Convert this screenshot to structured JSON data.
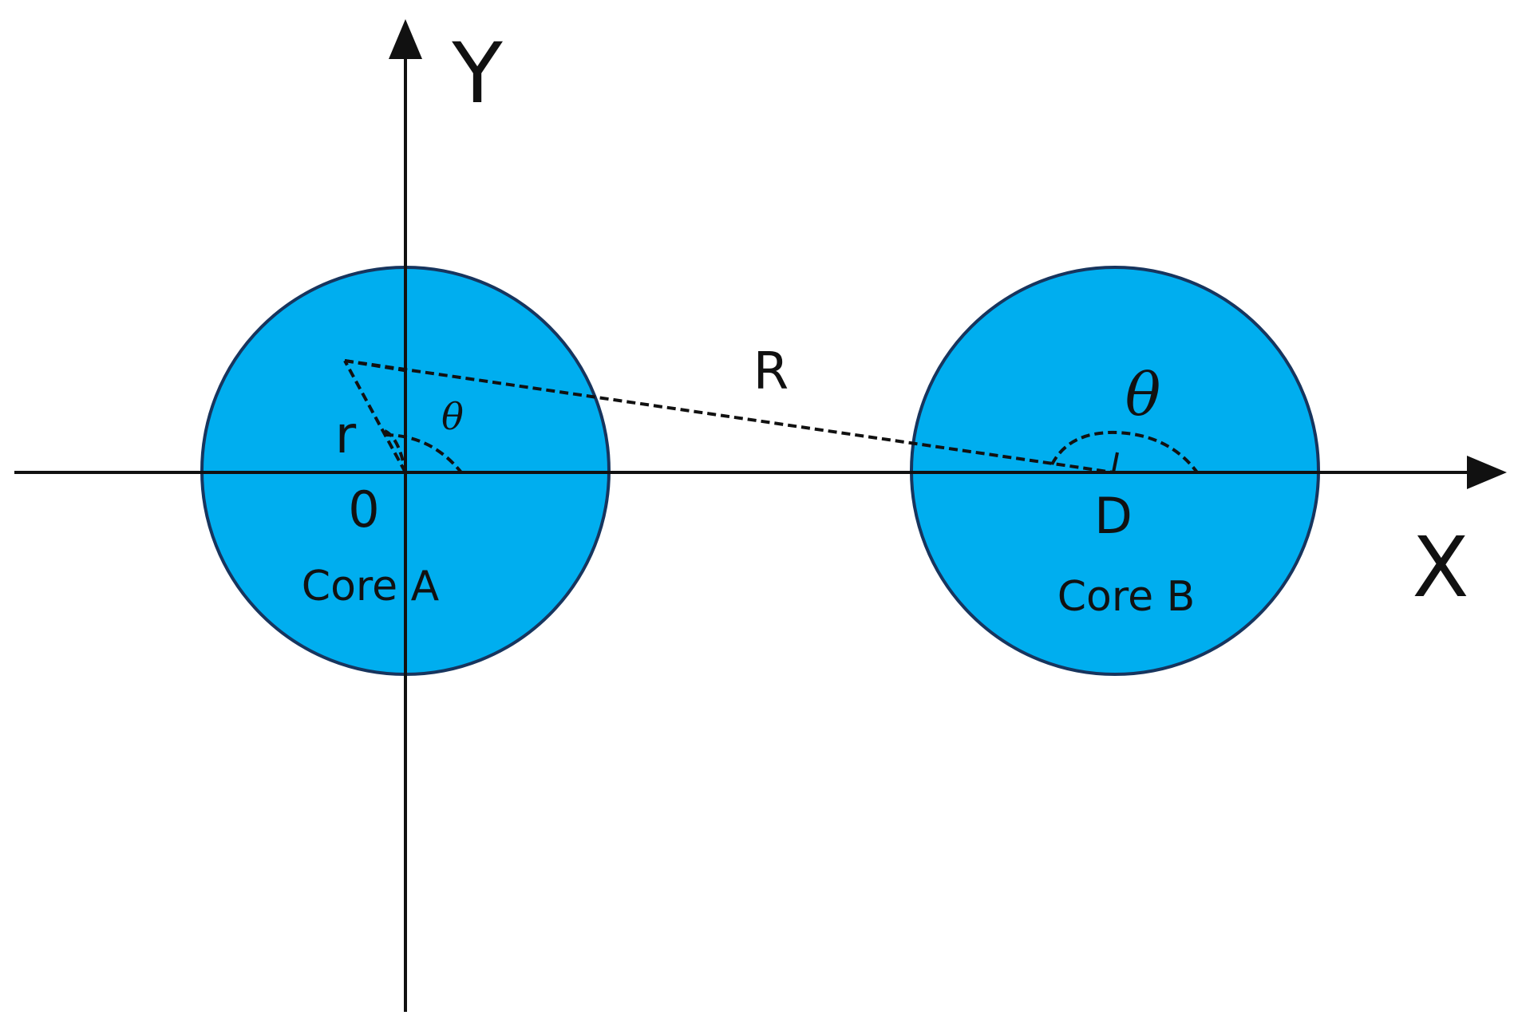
{
  "axes": {
    "x_label": "X",
    "y_label": "Y"
  },
  "points": {
    "origin_label": "0",
    "point_d_label": "D"
  },
  "cores": [
    {
      "label": "Core A"
    },
    {
      "label": "Core B"
    }
  ],
  "symbols": {
    "small_r": "r",
    "big_r": "R",
    "theta_a": "θ",
    "theta_b": "θ"
  },
  "colors": {
    "core_fill": "#00AEEF",
    "core_stroke": "#17355E",
    "line": "#111111",
    "background": "#FFFFFF"
  }
}
